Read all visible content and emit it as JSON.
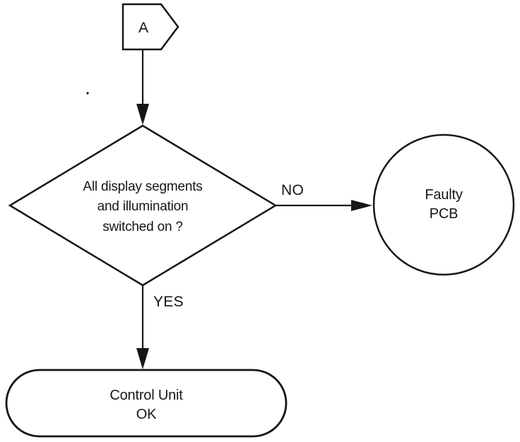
{
  "colors": {
    "ink": "#161616",
    "background": "#ffffff"
  },
  "flowchart": {
    "connector_a": {
      "label": "A"
    },
    "decision": {
      "text_line1": "All display segments",
      "text_line2": "and illumination",
      "text_line3": "switched on ?"
    },
    "branch_no": {
      "label": "NO"
    },
    "branch_yes": {
      "label": "YES"
    },
    "faulty_pcb": {
      "text_line1": "Faulty",
      "text_line2": "PCB"
    },
    "control_unit_ok": {
      "text_line1": "Control Unit",
      "text_line2": "OK"
    }
  }
}
